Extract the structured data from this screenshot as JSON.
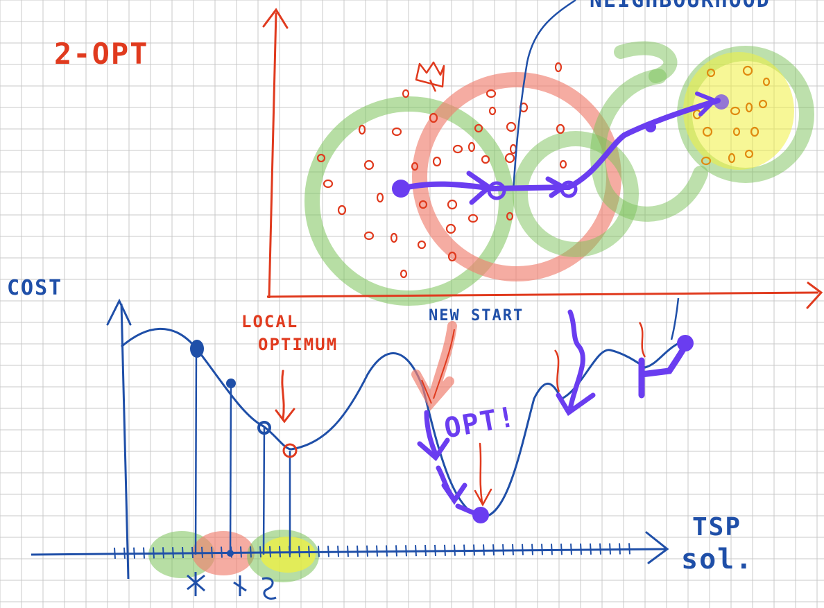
{
  "title": "2-OPT",
  "labels": {
    "neighbourhood": "NEIGHBOURHOOD",
    "cost": "COST",
    "local_optimum_line1": "LOCAL",
    "local_optimum_line2": "OPTIMUM",
    "new_start": "NEW START",
    "opt": "OPT!",
    "tsp_line1": "TSP",
    "tsp_line2": "sol."
  },
  "colors": {
    "grid": "#c8c8c8",
    "red_ink": "#e03a1e",
    "blue_ink": "#1f4fa8",
    "purple_ink": "#6a3df0",
    "green_highlight": "#7cc25a",
    "red_highlight": "#f08070",
    "yellow_highlight": "#f0f040"
  }
}
